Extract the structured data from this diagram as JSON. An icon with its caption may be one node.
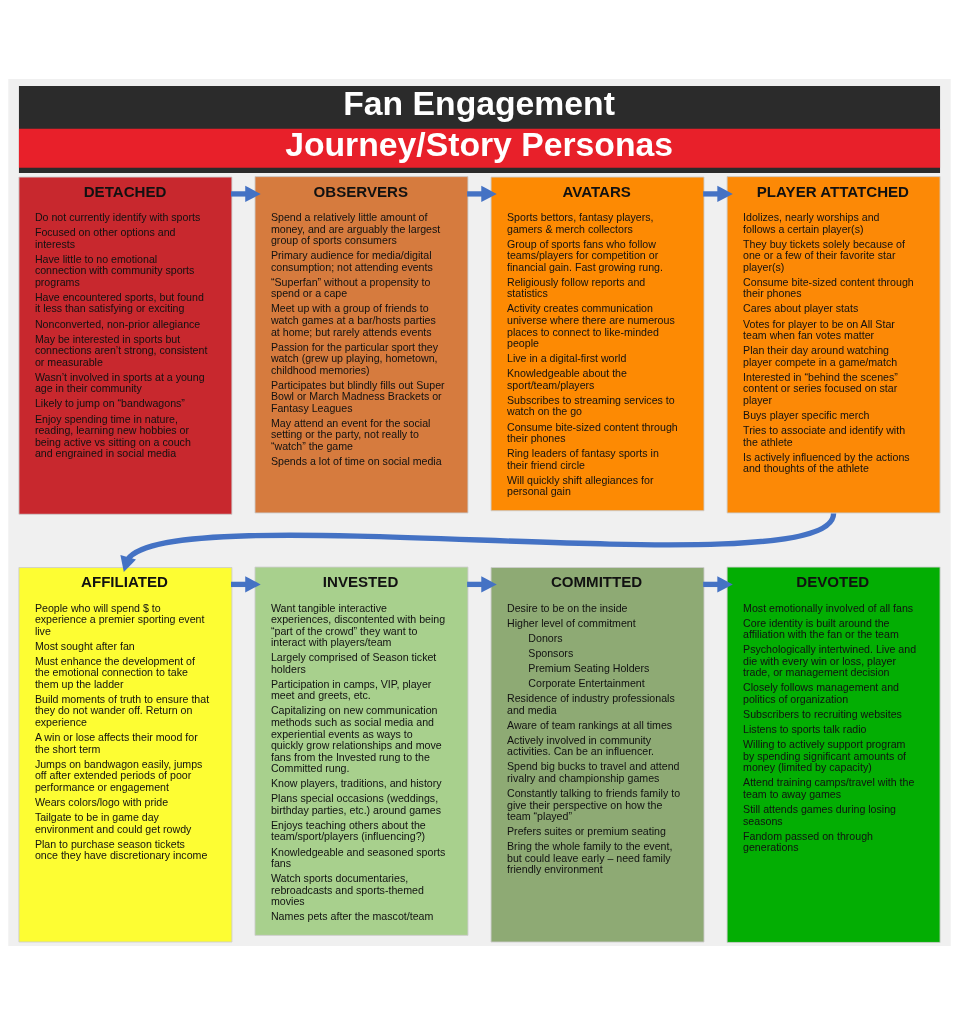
{
  "diagram": {
    "title": "Fan Engagement Journey/Story Personas",
    "nodes": [
      {
        "text": [
          "DETACHED",
          "Do not currently identify with sports",
          "Focused on other options and interests",
          "Have little to no emotional connection with community sports programs",
          "Have encountered sports, but found it less than satisfying or exciting",
          "Nonconverted, non-prior allegiance",
          "May be interested in sports but connections aren’t strong, consistent or measurable",
          "Wasn’t involved in sports at a young age in their community",
          "Likely to jump on “bandwagons”",
          "Enjoy spending time in nature, reading, learning new hobbies or being active vs sitting on a couch and engrained in social media"
        ]
      },
      {
        "text": [
          "OBSERVERS",
          "Spend a relatively little amount of money, and are arguably the largest group of sports consumers",
          "Primary audience for media/digital consumption; not attending events",
          "“Superfan” without a propensity to spend or a cape",
          "Meet up with a group of friends to watch games at a bar/hosts parties at home; but rarely attends events",
          "Passion for the particular sport they watch (grew up playing, hometown, childhood memories)",
          "Participates but blindly fills out Super Bowl or March Madness Brackets or Fantasy Leagues",
          "May attend an event for the social setting or the party, not really to “watch” the game",
          "Spends a lot of time on social media"
        ]
      },
      {
        "text": [
          "AVATARS",
          "Sports bettors, fantasy players, gamers & merch collectors",
          "Group of sports fans who follow teams/players for competition or financial gain. Fast growing rung.",
          "Religiously follow reports and statistics",
          "Activity creates communication universe where there are numerous places to connect to like-minded people",
          "Live in a digital-first world",
          "Knowledgeable about the sport/team/players",
          "Subscribes to streaming services to watch on the go",
          "Consume bite-sized content through their phones",
          "Ring leaders of fantasy sports in their friend circle",
          "Will quickly shift allegiances for personal gain"
        ]
      },
      {
        "text": [
          "PLAYER ATTATCHED",
          "Idolizes, nearly worships and follows a certain player(s)",
          "They buy tickets solely because of one or a few of their favorite star player(s)",
          "Consume bite-sized content through their phones",
          "Cares about player stats",
          "Votes for player to be on All Star team when fan votes matter",
          "Plan their day around watching player compete in a game/match",
          "Interested in “behind the scenes” content or series focused on star player",
          "Buys player specific merch",
          "Tries to associate and identify with the athlete",
          "Is actively influenced by the actions and thoughts of the athlete"
        ]
      },
      {
        "text": [
          "AFFILIATED",
          "People who will spend $ to experience a premier sporting event live",
          "Most sought after fan",
          "Must enhance the development of the emotional connection to take them up the ladder",
          "Build moments of truth to ensure that they do not wander off. Return on experience",
          "A win or lose affects their mood for the short term",
          "Jumps on bandwagon easily, jumps off after extended periods of poor performance or engagement",
          "Wears colors/logo with pride",
          "Tailgate to be in game day environment and could get rowdy",
          "Plan to purchase season tickets once they have discretionary income"
        ]
      },
      {
        "text": [
          "INVESTED",
          "Want tangible interactive experiences, discontented with being “part of the crowd” they want to interact with players/team",
          "Largely comprised of Season ticket holders",
          "Participation in camps, VIP, player meet and greets, etc.",
          "Capitalizing on new communication methods such as social media and experiential events as ways to quickly grow relationships and move fans from the Invested rung to the Committed rung.",
          "Know players, traditions, and history",
          "Plans special occasions (weddings, birthday parties, etc.) around games",
          "Enjoys teaching others about the team/sport/players (influencing?)",
          "Knowledgeable and seasoned sports fans",
          "Watch sports documentaries, rebroadcasts and sports-themed movies",
          "Names pets after the mascot/team"
        ]
      },
      {
        "text": [
          "COMMITTED",
          "Desire to be on the inside",
          "Higher level of commitment",
          "Donors",
          "Sponsors",
          "Premium Seating Holders",
          "Corporate Entertainment",
          "Residence of industry professionals and media",
          "Aware of team rankings at all times",
          "Actively involved in community activities. Can be an influencer.",
          "Spend big bucks to travel and attend rivalry and championship games",
          "Constantly talking to friends family to give their perspective on how the team “played”",
          "Prefers suites or premium seating",
          "Bring the whole family to the event, but could leave early – need family friendly environment"
        ]
      },
      {
        "text": [
          "DEVOTED",
          "Most emotionally involved of all fans",
          "Core identity is built around the affiliation with the fan or the team",
          "Psychologically intertwined. Live and die with every win or loss, player trade, or management decision",
          "Closely follows management and politics of organization",
          "Subscribers to recruiting websites",
          "Listens to sports talk radio",
          "Willing to actively support program by spending significant amounts of money (limited by capacity)",
          "Attend training camps/travel with the team to away games",
          "Still attends games during losing seasons",
          "Fandom passed on through generations"
        ]
      }
    ],
    "edges": [
      {
        "from": 0,
        "to": 1,
        "arrow": "to"
      },
      {
        "from": 1,
        "to": 2,
        "arrow": "to"
      },
      {
        "from": 2,
        "to": 3,
        "arrow": "to"
      },
      {
        "from": 3,
        "to": 4,
        "arrow": "to"
      },
      {
        "from": 4,
        "to": 5,
        "arrow": "to"
      },
      {
        "from": 5,
        "to": 6,
        "arrow": "to"
      },
      {
        "from": 6,
        "to": 7,
        "arrow": "to"
      }
    ]
  }
}
